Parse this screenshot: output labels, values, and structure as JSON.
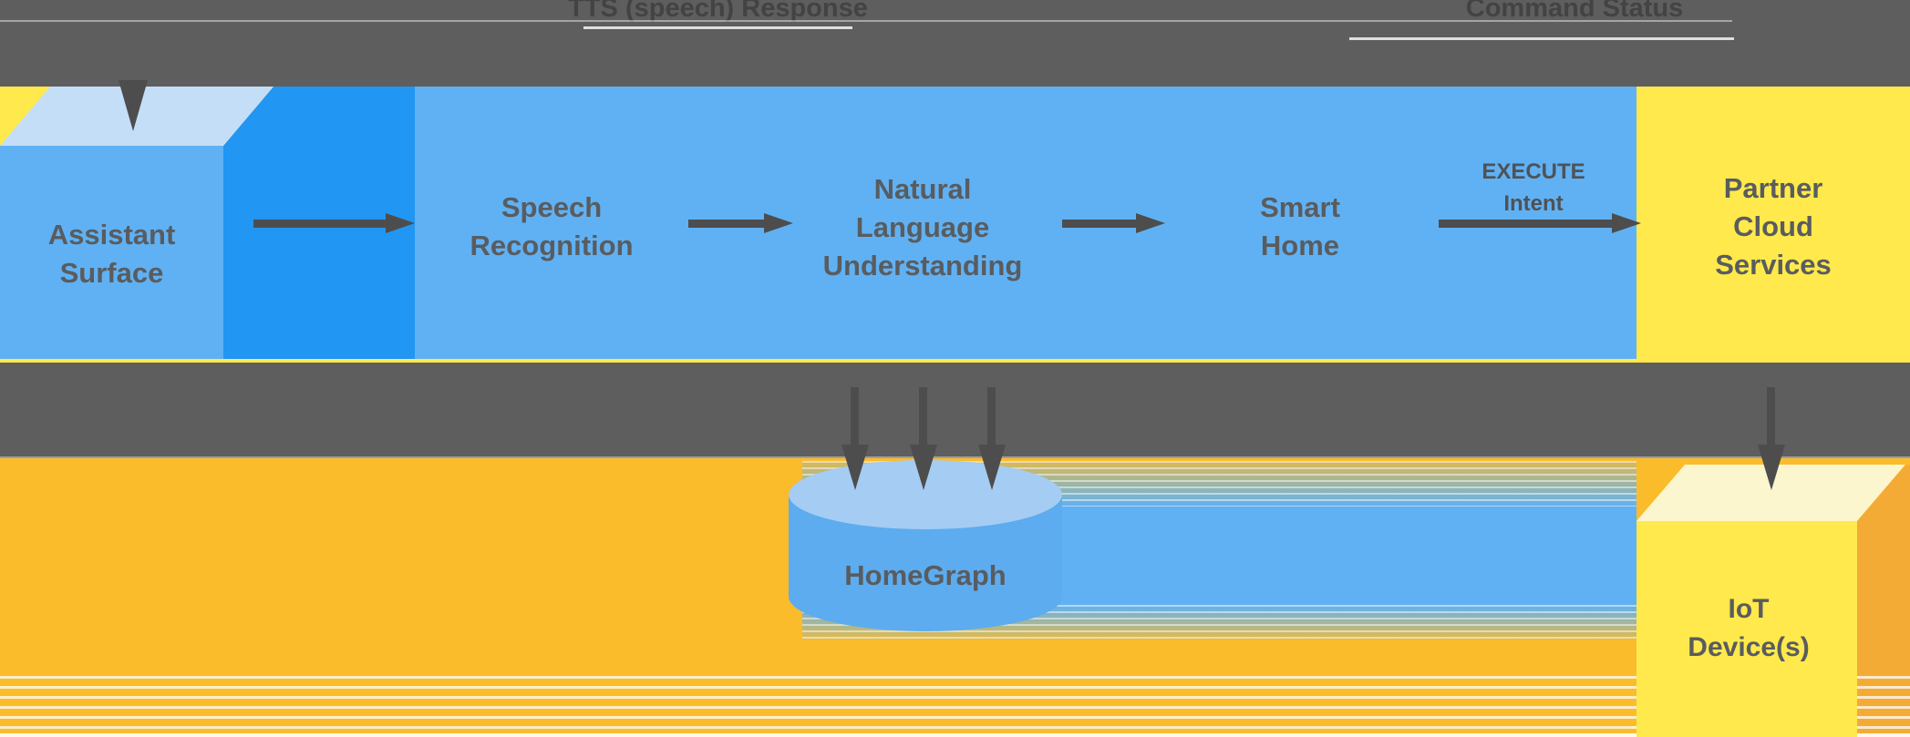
{
  "diagram": {
    "top_band": {
      "response_label": "TTS (speech) Response",
      "status_label": "Command Status"
    },
    "nodes": {
      "assistant_surface": "Assistant\nSurface",
      "speech_recognition": "Speech\nRecognition",
      "nlu": "Natural\nLanguage\nUnderstanding",
      "smart_home": "Smart\nHome",
      "partner_cloud": "Partner\nCloud\nServices",
      "homegraph": "HomeGraph",
      "iot_devices": "IoT\nDevice(s)"
    },
    "edge_labels": {
      "execute_intent": "EXECUTE\nIntent"
    }
  },
  "icons": {
    "right_arrow": "solid right-pointing flow arrow",
    "down_arrow": "solid down-pointing flow arrow",
    "cylinder": "database cylinder",
    "cube": "3d box"
  },
  "colors": {
    "band": "#5E5E5E",
    "blue": "#60B1F3",
    "blue_dark": "#2196F3",
    "blue_light": "#C5DEF8",
    "cyl_body": "#5CACEF",
    "cyl_top": "#A5CCF2",
    "yellow": "#FFE94C",
    "amber": "#FBBC2B",
    "iot_top": "#FCF6CE",
    "iot_side": "#F4AB35",
    "arrow": "#4D4D4D",
    "text": "#595C5F",
    "top_text": "#434343",
    "execute_text": "#4F5255"
  }
}
